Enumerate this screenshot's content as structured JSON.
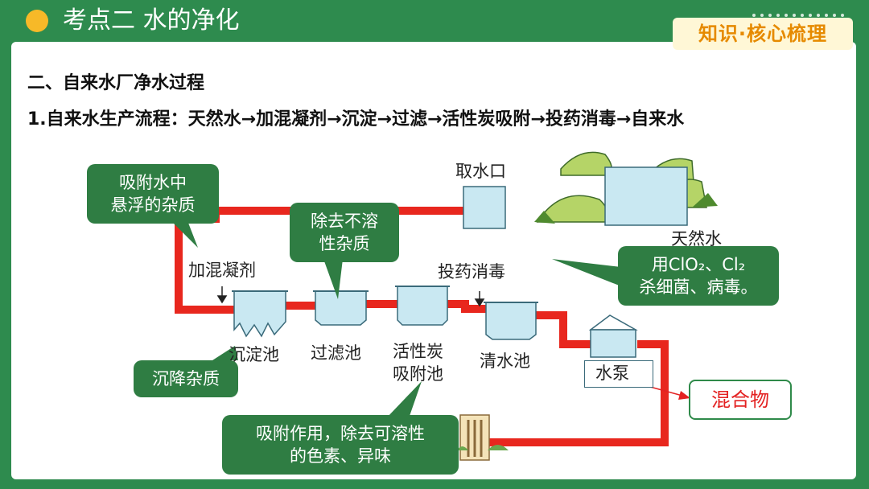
{
  "header": {
    "section_title": "考点二 水的净化",
    "badge": "知识·核心梳理"
  },
  "content": {
    "heading": "二、自来水厂净水过程",
    "flow": "1.自来水生产流程：天然水→加混凝剂→沉淀→过滤→活性炭吸附→投药消毒→自来水"
  },
  "diagram": {
    "intake_label": "取水口",
    "natural_water_label": "天然水",
    "coagulant_label": "加混凝剂",
    "disinfect_label": "投药消毒",
    "sediment_tank_label": "沉淀池",
    "filter_tank_label": "过滤池",
    "carbon_tank_label_1": "活性炭",
    "carbon_tank_label_2": "吸附池",
    "clear_tank_label": "清水池",
    "pump_label": "水泵"
  },
  "callouts": {
    "adsorb_suspended_1": "吸附水中",
    "adsorb_suspended_2": "悬浮的杂质",
    "remove_insoluble_1": "除去不溶",
    "remove_insoluble_2": "性杂质",
    "settle": "沉降杂质",
    "adsorb_color_1": "吸附作用，除去可溶性",
    "adsorb_color_2": "的色素、异味",
    "disinfect_1": "用ClO₂、Cl₂",
    "disinfect_2": "杀细菌、病毒。",
    "mixture": "混合物"
  },
  "colors": {
    "frame_green": "#2e8b4e",
    "callout_green": "#2f7d43",
    "pipe_red": "#e8271e",
    "dot_orange": "#f7b928",
    "badge_text": "#e68a00",
    "mixture_red": "#e32222",
    "water_blue": "#c9e8f2"
  }
}
